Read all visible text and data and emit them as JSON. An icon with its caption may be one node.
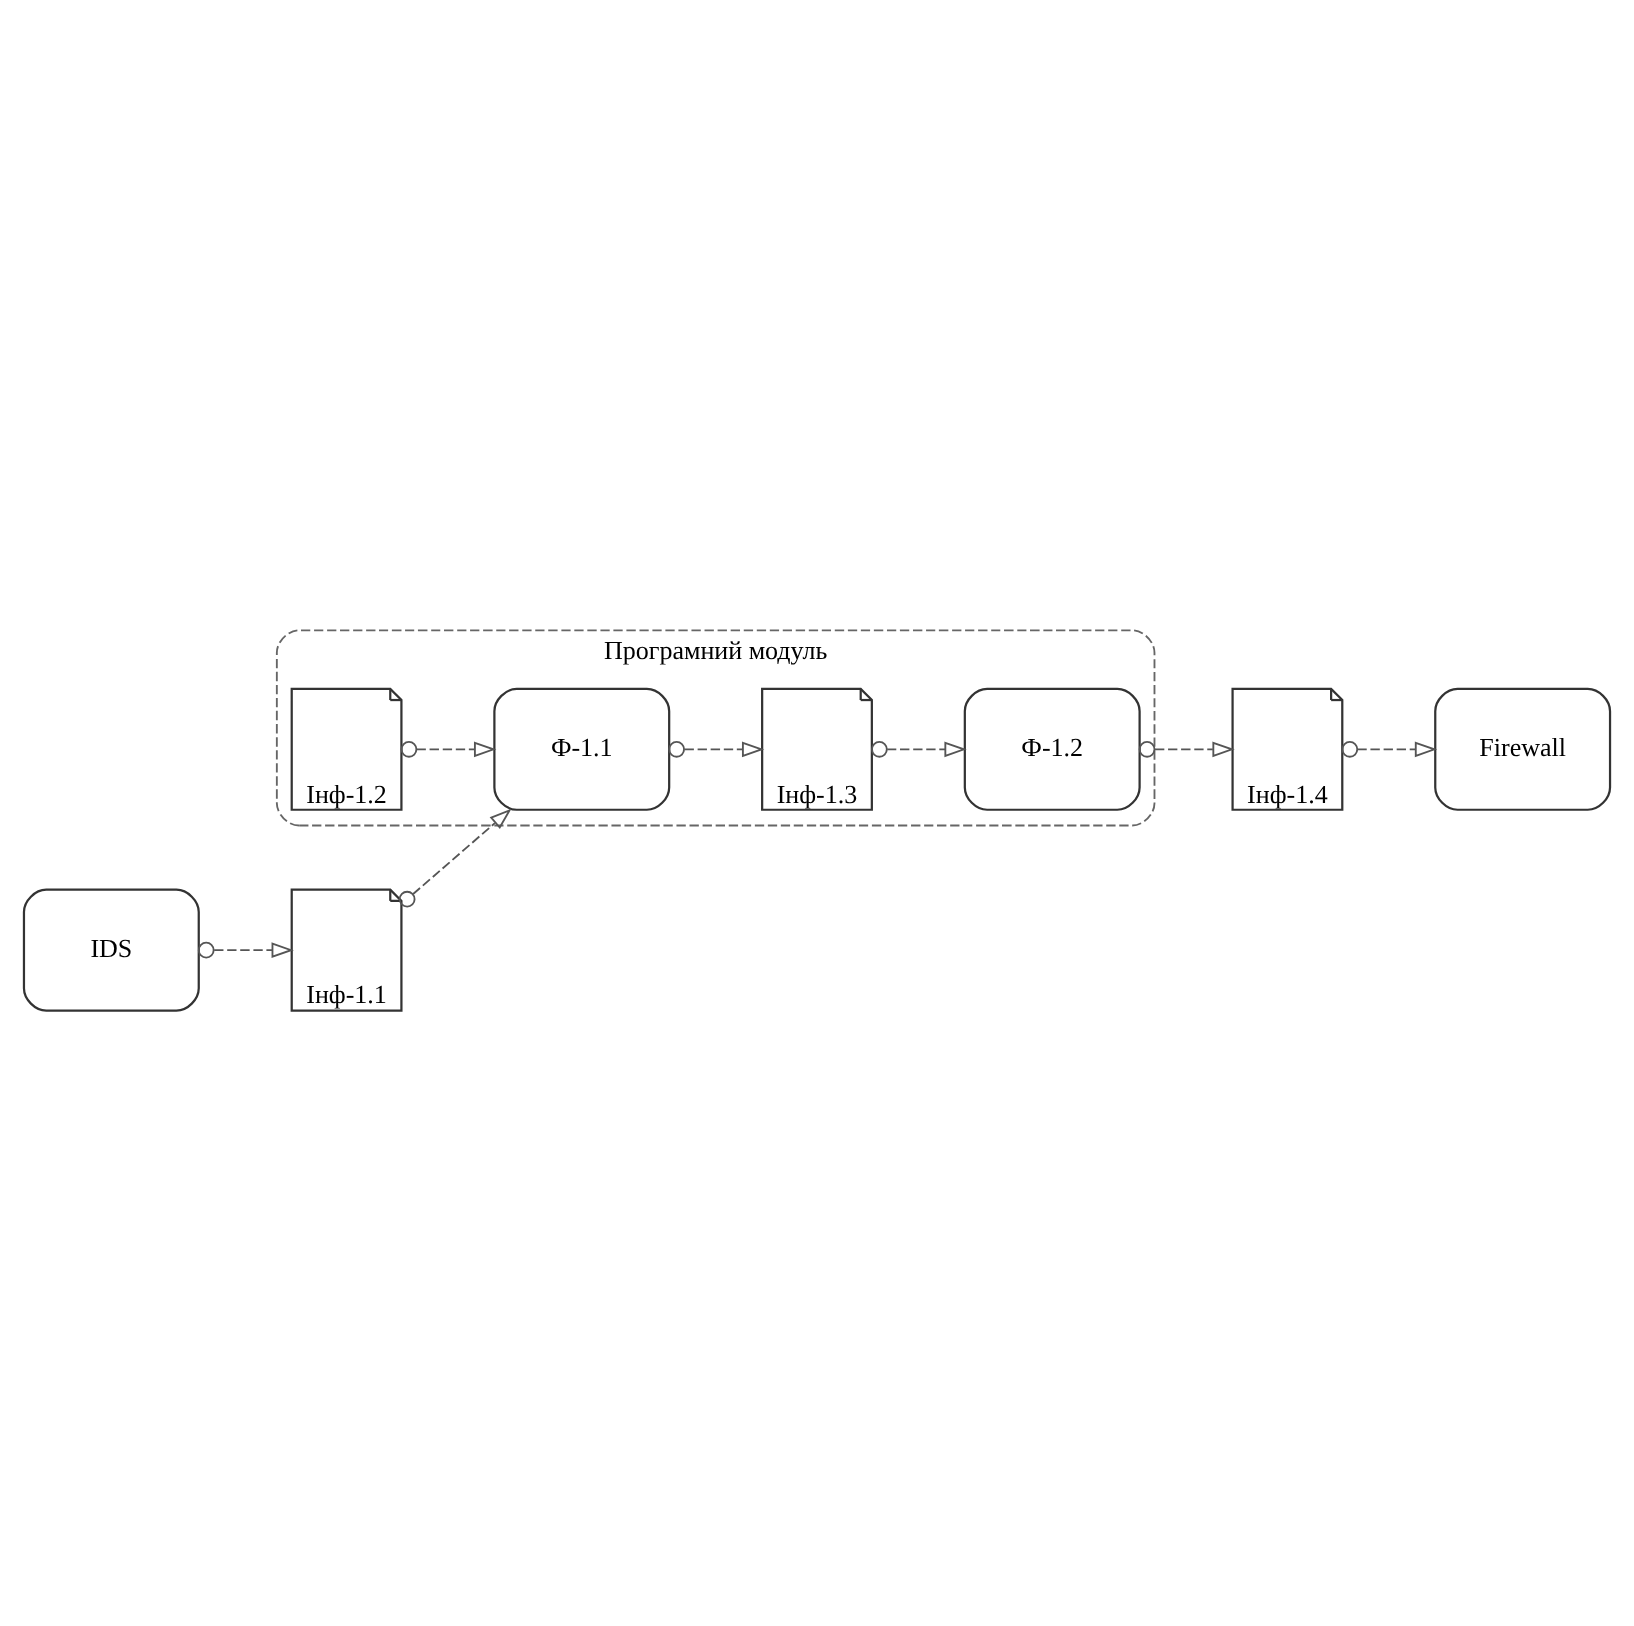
{
  "diagram": {
    "nodes": [
      {
        "text": [
          "Програмний модуль"
        ]
      },
      {
        "text": [
          "Інф-1.2"
        ],
        "in": 0
      },
      {
        "text": [
          "Ф-1.1"
        ],
        "in": 0
      },
      {
        "text": [
          "Інф-1.3"
        ],
        "in": 0
      },
      {
        "text": [
          "Ф-1.2"
        ],
        "in": 0
      },
      {
        "text": [
          "Інф-1.4"
        ]
      },
      {
        "text": [
          "Інф-1.1"
        ]
      },
      {
        "text": [
          "Firewall"
        ]
      },
      {
        "text": [
          "IDS"
        ]
      }
    ],
    "edges": [
      {
        "from": 1,
        "to": 2,
        "arrow": "to",
        "style": "dashed"
      },
      {
        "from": 2,
        "to": 3,
        "arrow": "to",
        "style": "dashed"
      },
      {
        "from": 3,
        "to": 4,
        "arrow": "to",
        "style": "dashed"
      },
      {
        "from": 4,
        "to": 5,
        "arrow": "to",
        "style": "dashed"
      },
      {
        "from": 5,
        "to": 7,
        "arrow": "to",
        "style": "dashed"
      },
      {
        "from": 6,
        "to": 2,
        "arrow": "to",
        "style": "dashed"
      },
      {
        "from": 8,
        "to": 6,
        "arrow": "to",
        "style": "dashed"
      }
    ]
  }
}
